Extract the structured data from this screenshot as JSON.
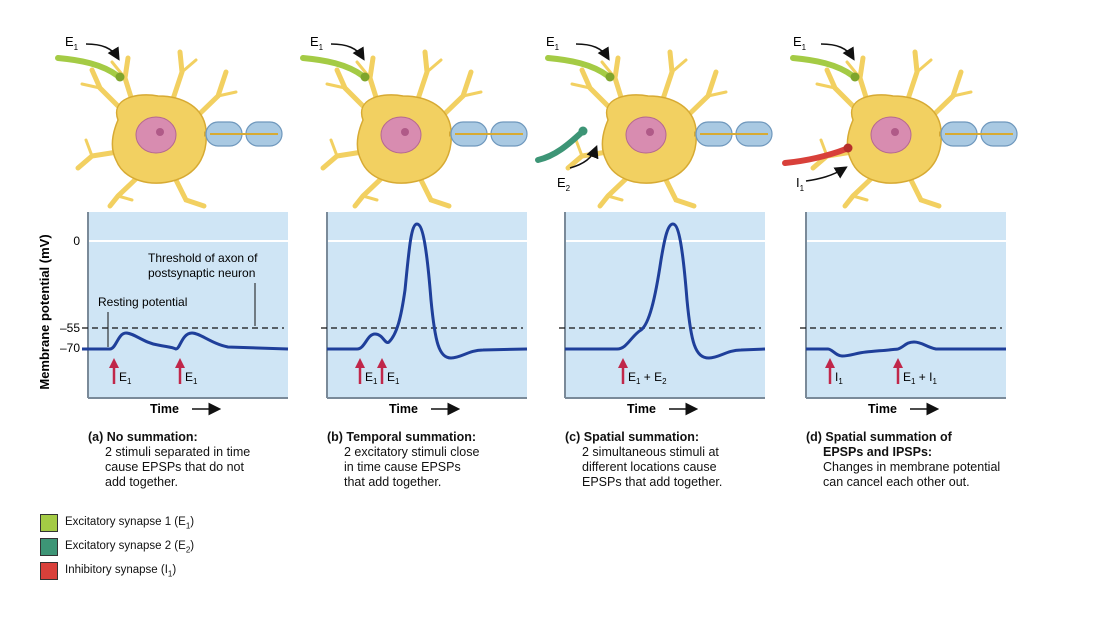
{
  "colors": {
    "panel_bg": "#cfe5f5",
    "trace": "#1f3f9a",
    "arrow": "#c0274a",
    "cell_body": "#f2d061",
    "nucleus": "#d88cb0",
    "excitatory_1": "#a4cb45",
    "excitatory_2": "#3d9576",
    "inhibitory": "#d8403a",
    "myelin": "#a9c9e2"
  },
  "diagram": {
    "y_axis_label": "Membrane potential (mV)",
    "y_ticks": [
      "0",
      "–55",
      "–70"
    ],
    "x_axis_label": "Time",
    "threshold_label_1": "Threshold of axon of",
    "threshold_label_2": "postsynaptic neuron",
    "resting_label": "Resting potential"
  },
  "panels": [
    {
      "id": "a",
      "synapse_labels": [
        "E",
        "1"
      ],
      "stimuli": [
        {
          "base": "E",
          "sub": "1"
        },
        {
          "base": "E",
          "sub": "1"
        }
      ],
      "caption_title": "(a) No summation:",
      "caption_lines": [
        "2 stimuli separated in time",
        "cause EPSPs that do not",
        "add together."
      ]
    },
    {
      "id": "b",
      "synapse_labels": [
        "E",
        "1"
      ],
      "stimuli": [
        {
          "base": "E",
          "sub": "1"
        },
        {
          "base": "E",
          "sub": "1"
        }
      ],
      "caption_title": "(b) Temporal summation:",
      "caption_lines": [
        "2 excitatory stimuli close",
        "in time cause EPSPs",
        "that add together."
      ]
    },
    {
      "id": "c",
      "synapse_labels": [
        "E",
        "1",
        "E",
        "2"
      ],
      "stimuli": [
        {
          "base": "E",
          "sub": "1",
          "plus": "E",
          "sub2": "2"
        }
      ],
      "caption_title": "(c) Spatial summation:",
      "caption_lines": [
        "2 simultaneous stimuli at",
        "different locations cause",
        "EPSPs that add together."
      ]
    },
    {
      "id": "d",
      "synapse_labels": [
        "E",
        "1",
        "I",
        "1"
      ],
      "stimuli": [
        {
          "base": "I",
          "sub": "1"
        },
        {
          "base": "E",
          "sub": "1",
          "plus": "I",
          "sub2": "1"
        }
      ],
      "caption_title_1": "(d) Spatial summation of",
      "caption_title_2": "EPSPs and IPSPs:",
      "caption_lines": [
        "Changes in membrane potential",
        "can cancel each other out."
      ]
    }
  ],
  "legend": [
    {
      "label": "Excitatory synapse 1 (E",
      "sub": "1",
      "close": ")",
      "color": "#a4cb45"
    },
    {
      "label": "Excitatory synapse 2 (E",
      "sub": "2",
      "close": ")",
      "color": "#3d9576"
    },
    {
      "label": "Inhibitory synapse (I",
      "sub": "1",
      "close": ")",
      "color": "#d8403a"
    }
  ]
}
